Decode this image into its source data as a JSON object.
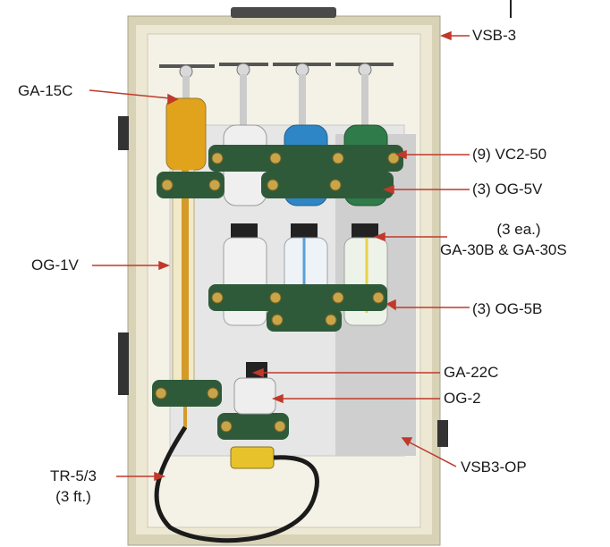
{
  "labels": {
    "vsb3": "VSB-3",
    "ga15c": "GA-15C",
    "vc250": "(9) VC2-50",
    "og5v": "(3) OG-5V",
    "ga30_line1": "(3 ea.)",
    "ga30_line2": "GA-30B & GA-30S",
    "og1v": "OG-1V",
    "og5b": "(3) OG-5B",
    "ga22c": "GA-22C",
    "og2": "OG-2",
    "vsb3op": "VSB3-OP",
    "tr53_line1": "TR-5/3",
    "tr53_line2": "(3 ft.)"
  },
  "colors": {
    "cabinet": "#e7e2c9",
    "panel": "#dcdcdc",
    "clamp": "#2f5a3a",
    "screw": "#c9a54a",
    "amber_liquid": "#e1a21c",
    "blue_liquid": "#2f86c7",
    "green_liquid": "#2f7b4a",
    "leader_red": "#c0392b"
  }
}
